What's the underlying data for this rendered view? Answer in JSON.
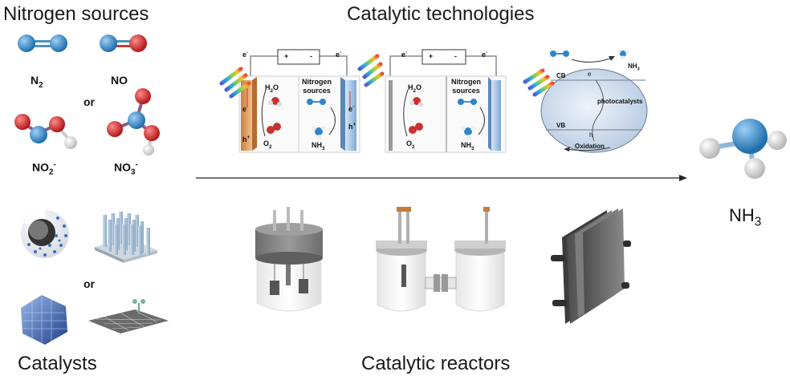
{
  "headers": {
    "nitrogen_sources": "Nitrogen sources",
    "catalytic_technologies": "Catalytic technologies",
    "catalysts": "Catalysts",
    "catalytic_reactors": "Catalytic reactors"
  },
  "molecules": {
    "n2": {
      "base": "N",
      "sub": "2"
    },
    "no": {
      "base": "NO"
    },
    "no2": {
      "base": "NO",
      "sub": "2",
      "sup": "-"
    },
    "no3": {
      "base": "NO",
      "sub": "3",
      "sup": "-"
    },
    "or_top": "or",
    "or_bottom": "or"
  },
  "product": {
    "base": "NH",
    "sub": "3"
  },
  "cells": {
    "electron": "e",
    "electron_sup": "-",
    "plus": "+",
    "minus": "-",
    "h2o": {
      "base": "H",
      "sub": "2",
      "tail": "O"
    },
    "o2": {
      "base": "O",
      "sub": "2"
    },
    "nh3": {
      "base": "NH",
      "sub": "3"
    },
    "nitrogen_label_line1": "Nitrogen",
    "nitrogen_label_line2": "sources",
    "hole": "h",
    "hole_sup": "+"
  },
  "photo": {
    "cb": "CB",
    "vb": "VB",
    "photocatalysts": "photocatalysts",
    "oxidation": "Oxidation",
    "nh3": {
      "base": "NH",
      "sub": "3"
    },
    "electron": "e",
    "hole": "h"
  },
  "colors": {
    "nitrogen_blue": "#2f86c8",
    "oxygen_red": "#d52b2b",
    "hydrogen_white": "#eeeeee",
    "anode_orange": "#e8a36b",
    "cathode_blue": "#a9c6e6",
    "reactor_gray": "#6a6a6a"
  }
}
